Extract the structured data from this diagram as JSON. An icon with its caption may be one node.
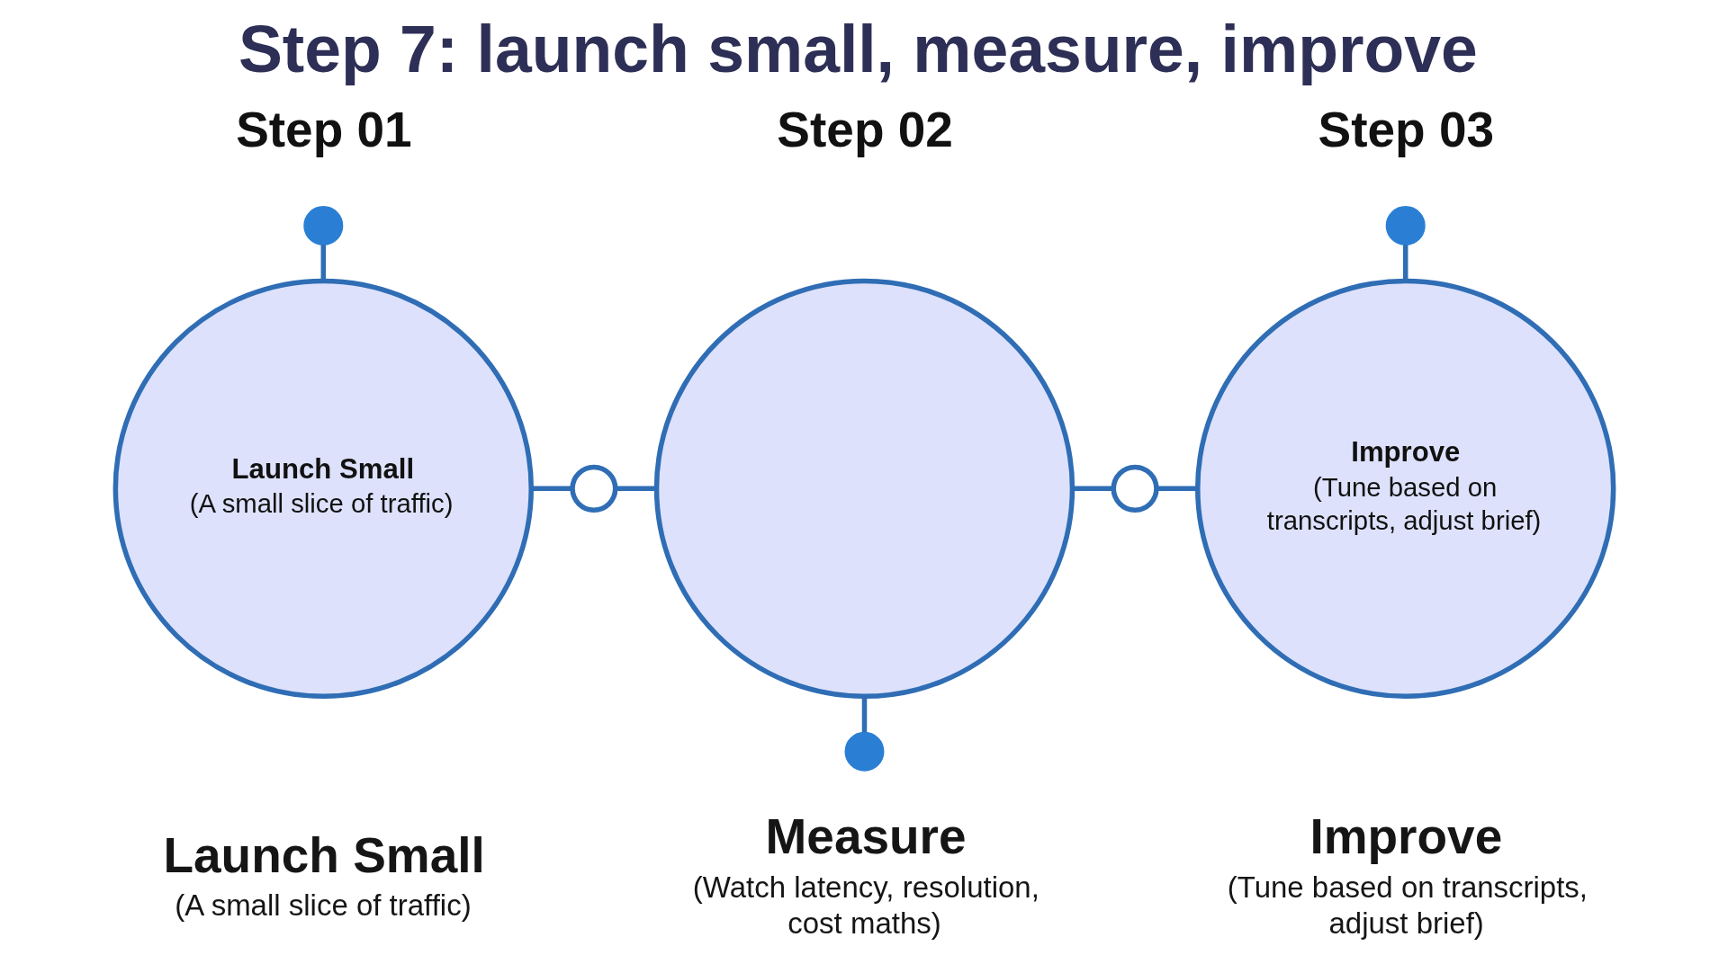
{
  "diagram": {
    "title": "Step 7: launch small, measure, improve",
    "nodes": [
      {
        "text": [
          "Launch Small",
          "(A small slice of traffic)"
        ],
        "beside": [
          "Launch Small",
          "(A small slice of traffic)"
        ]
      },
      {
        "text": [],
        "shape": "circle",
        "beside": [
          "Step 01"
        ]
      },
      {
        "text": [],
        "shape": "circle"
      },
      {
        "text": [],
        "shape": "circle",
        "beside": [
          "Step 02",
          "Measure",
          "(Watch latency, resolution, cost maths)"
        ]
      },
      {
        "text": [],
        "shape": "circle"
      },
      {
        "text": [],
        "shape": "circle"
      },
      {
        "text": [
          "Improve",
          "(Tune based on transcripts, adjust brief)"
        ],
        "beside": [
          "Improve",
          "(Tune based on transcripts, adjust brief)"
        ]
      },
      {
        "text": [],
        "shape": "circle",
        "beside": [
          "Step 03"
        ]
      }
    ],
    "edges": [
      {
        "from": 1,
        "to": 0,
        "arrow": "none"
      },
      {
        "from": 0,
        "to": 2,
        "arrow": "none"
      },
      {
        "from": 2,
        "to": 3,
        "arrow": "none"
      },
      {
        "from": 3,
        "to": 4,
        "arrow": "none"
      },
      {
        "from": 3,
        "to": 5,
        "arrow": "none"
      },
      {
        "from": 5,
        "to": 6,
        "arrow": "none"
      },
      {
        "from": 7,
        "to": 6,
        "arrow": "none"
      }
    ]
  }
}
